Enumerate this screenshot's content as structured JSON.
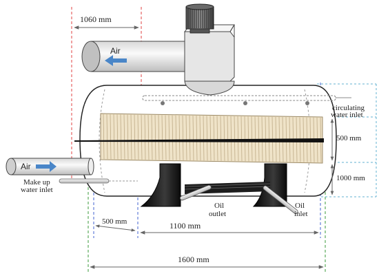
{
  "dimensions": {
    "top_width": "1060 mm",
    "pad_height": "500 mm",
    "lower_height": "1000 mm",
    "end_length": "500 mm",
    "middle_length": "1100 mm",
    "total_length": "1600 mm"
  },
  "labels": {
    "air_top": "Air",
    "air_side": "Air",
    "circulating_line1": "circulating",
    "circulating_line2": "water inlet",
    "makeup_line1": "Make up",
    "makeup_line2": "water inlet",
    "oil_outlet_line1": "Oil",
    "oil_outlet_line2": "outlet",
    "oil_inlet_line1": "Oil",
    "oil_inlet_line2": "inlet"
  },
  "colors": {
    "air_arrow": "#4a86c8",
    "pad_fill": "#efe3c8",
    "pad_rib": "#b7a37e",
    "support": "#111111",
    "guide_red": "#e04040",
    "guide_blue": "#4060d0",
    "guide_green": "#3a9a3a",
    "guide_cyan": "#60b0d0"
  },
  "icons": {
    "air_arrow": "right-arrow-icon",
    "fan": "fan-icon"
  }
}
